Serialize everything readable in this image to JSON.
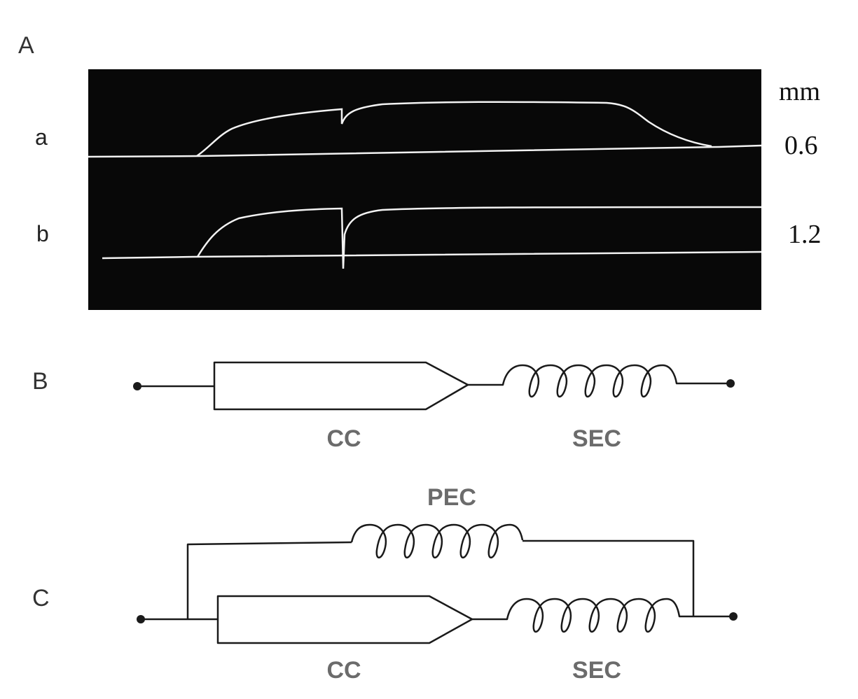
{
  "panels": {
    "a_letter": "A",
    "b_letter": "B",
    "c_letter": "C"
  },
  "oscillogram": {
    "unit_label": "mm",
    "traces": [
      {
        "label": "a",
        "value": "0.6"
      },
      {
        "label": "b",
        "value": "1.2"
      }
    ],
    "background_color": "#080808",
    "trace_color": "#f2f2f2"
  },
  "circuit_b": {
    "contractile_label": "CC",
    "series_elastic_label": "SEC"
  },
  "circuit_c": {
    "parallel_elastic_label": "PEC",
    "contractile_label": "CC",
    "series_elastic_label": "SEC"
  },
  "colors": {
    "line": "#1a1a1a",
    "label_gray": "#6b6b6b"
  }
}
